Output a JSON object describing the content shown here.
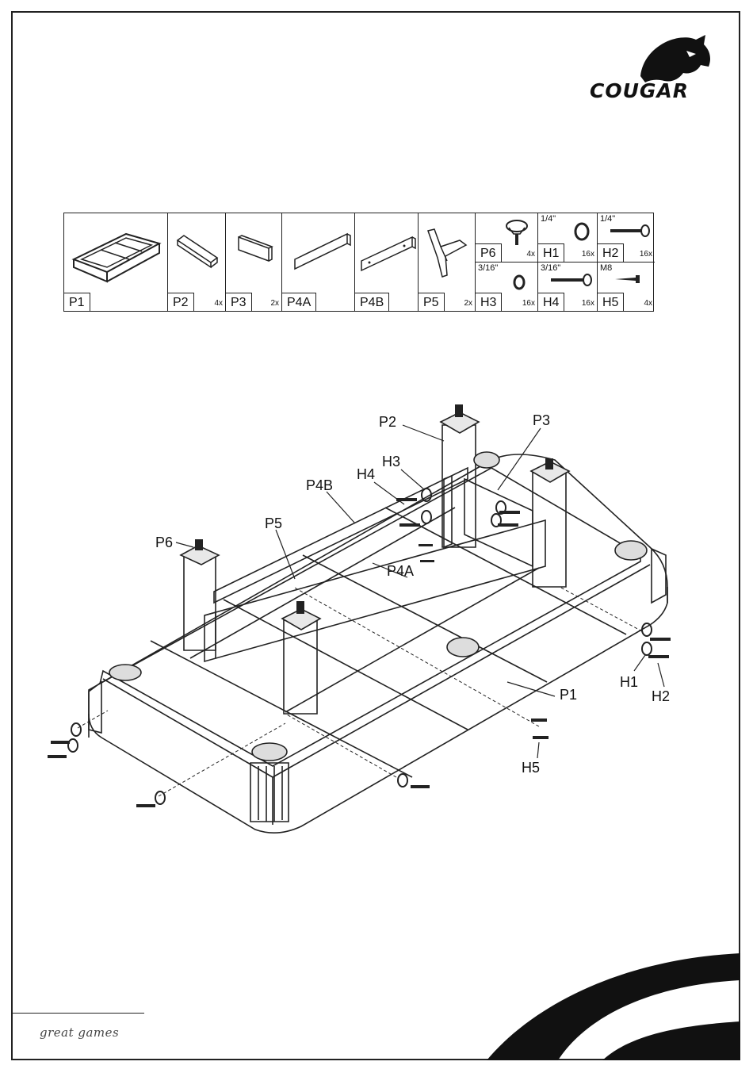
{
  "brand": {
    "name": "COUGAR",
    "tagline": "great games"
  },
  "parts": [
    {
      "code": "P1",
      "qty": "",
      "icon": "table-frame-icon"
    },
    {
      "code": "P2",
      "qty": "4x",
      "icon": "leg-icon"
    },
    {
      "code": "P3",
      "qty": "2x",
      "icon": "short-panel-icon"
    },
    {
      "code": "P4A",
      "qty": "",
      "icon": "long-panel-icon"
    },
    {
      "code": "P4B",
      "qty": "",
      "icon": "long-panel-holes-icon"
    },
    {
      "code": "P5",
      "qty": "2x",
      "icon": "bracket-icon"
    }
  ],
  "hardware": [
    {
      "code": "P6",
      "size": "",
      "qty": "4x",
      "icon": "leveler-foot-icon"
    },
    {
      "code": "H1",
      "size": "1/4\"",
      "qty": "16x",
      "icon": "washer-icon"
    },
    {
      "code": "H2",
      "size": "1/4\"",
      "qty": "16x",
      "icon": "bolt-icon"
    },
    {
      "code": "H3",
      "size": "3/16\"",
      "qty": "16x",
      "icon": "washer-icon"
    },
    {
      "code": "H4",
      "size": "3/16\"",
      "qty": "16x",
      "icon": "bolt-icon"
    },
    {
      "code": "H5",
      "size": "M8",
      "qty": "4x",
      "icon": "screw-icon"
    }
  ],
  "callouts": {
    "p2": "P2",
    "p3": "P3",
    "h3": "H3",
    "h4": "H4",
    "p4b": "P4B",
    "p5": "P5",
    "p6": "P6",
    "p4a": "P4A",
    "p1": "P1",
    "h1": "H1",
    "h2": "H2",
    "h5": "H5"
  }
}
